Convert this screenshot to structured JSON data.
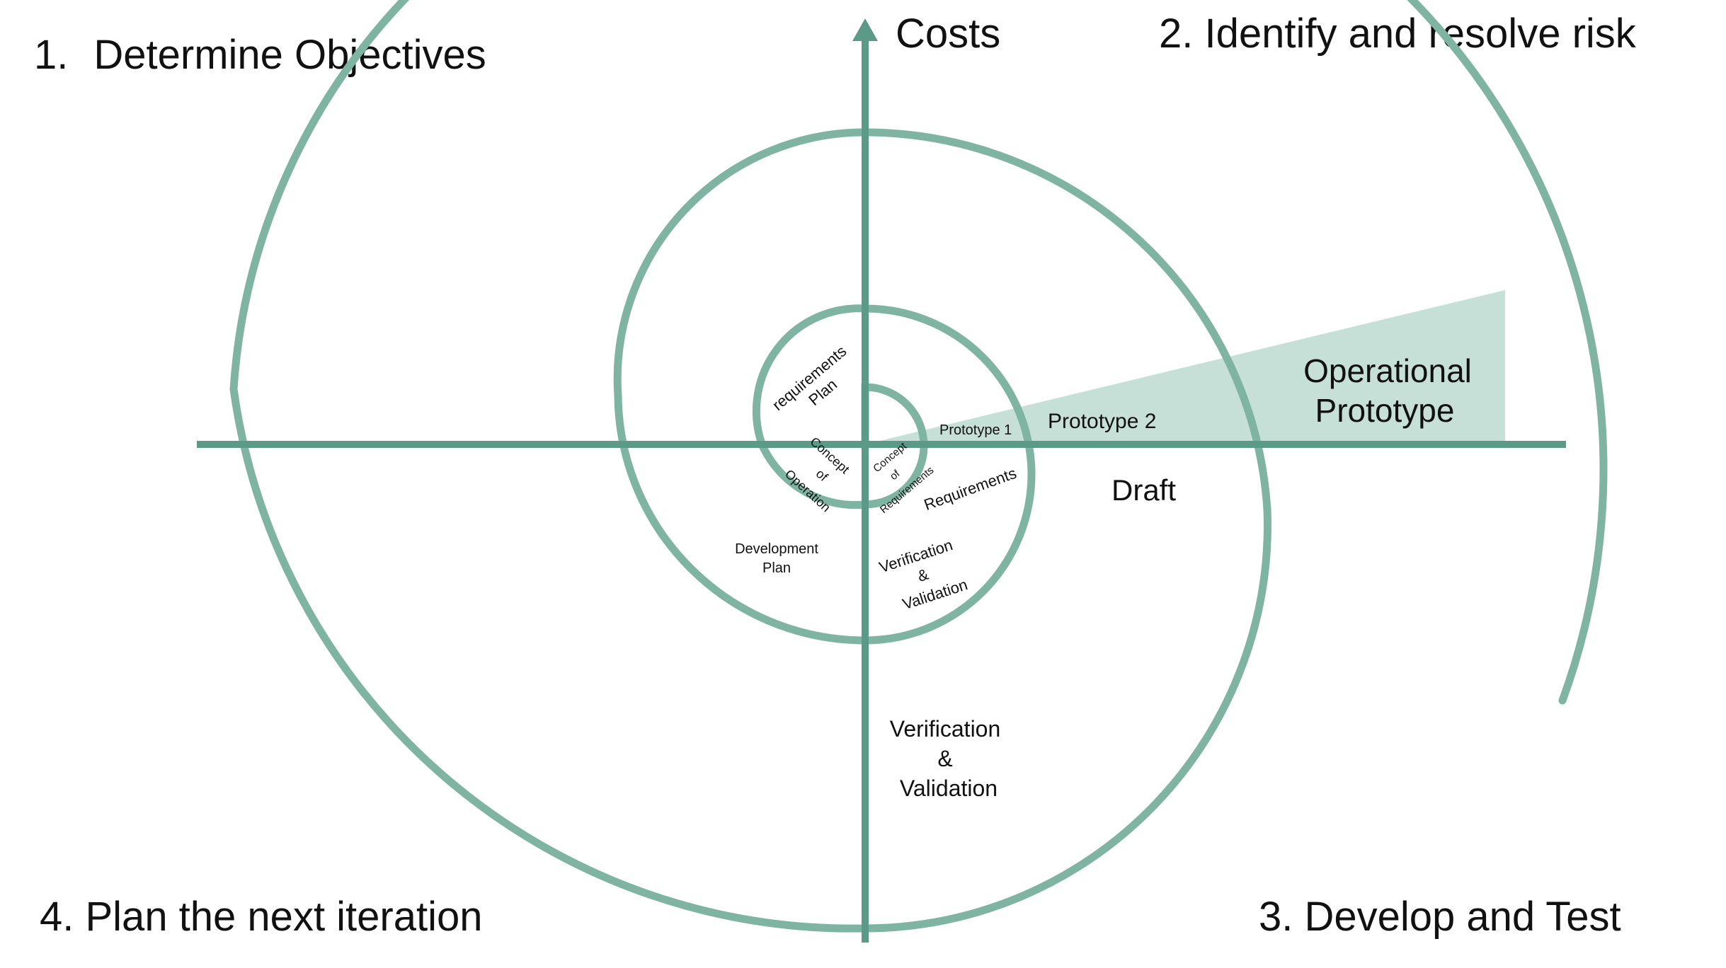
{
  "quadrants": {
    "q1": {
      "number": "1.",
      "text": "Determine Objectives"
    },
    "q2": {
      "text": "2. Identify and resolve risk"
    },
    "q3": {
      "text": "3. Develop and Test"
    },
    "q4": {
      "text": "4. Plan the next iteration"
    }
  },
  "axis": {
    "y_label": "Costs"
  },
  "colors": {
    "axis": "#5a9a86",
    "spiral": "#7fb4a3",
    "wedge": "#c6e0d7",
    "text": "#111111"
  },
  "labels": {
    "operational_prototype_1": "Operational",
    "operational_prototype_2": "Prototype",
    "prototype_2": "Prototype 2",
    "prototype_1": "Prototype 1",
    "draft": "Draft",
    "requirements_plan_1": "requirements",
    "requirements_plan_2": "Plan",
    "concept_of_operation_1": "Concept",
    "concept_of_operation_2": "of",
    "concept_of_operation_3": "Operation",
    "concept_of_requirements_1": "Concept",
    "concept_of_requirements_2": "of",
    "concept_of_requirements_3": "Requirements",
    "requirements": "Requirements",
    "development_plan_1": "Development",
    "development_plan_2": "Plan",
    "vv_inner_1": "Verification",
    "vv_inner_2": "&",
    "vv_inner_3": "Validation",
    "vv_outer_1": "Verification",
    "vv_outer_2": "&",
    "vv_outer_3": "Validation"
  }
}
